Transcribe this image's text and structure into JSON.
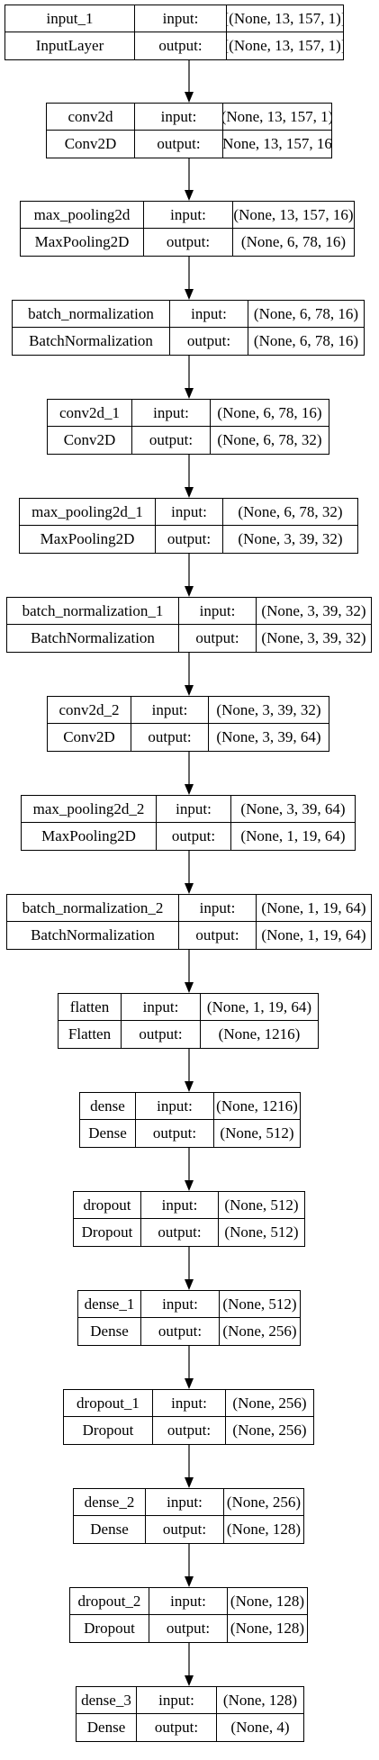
{
  "labels": {
    "input": "input:",
    "output": "output:"
  },
  "layers": [
    {
      "name": "input_1",
      "type": "InputLayer",
      "input": "[(None, 13, 157, 1)]",
      "output": "[(None, 13, 157, 1)]"
    },
    {
      "name": "conv2d",
      "type": "Conv2D",
      "input": "(None, 13, 157, 1)",
      "output": "(None, 13, 157, 16)"
    },
    {
      "name": "max_pooling2d",
      "type": "MaxPooling2D",
      "input": "(None, 13, 157, 16)",
      "output": "(None, 6, 78, 16)"
    },
    {
      "name": "batch_normalization",
      "type": "BatchNormalization",
      "input": "(None, 6, 78, 16)",
      "output": "(None, 6, 78, 16)"
    },
    {
      "name": "conv2d_1",
      "type": "Conv2D",
      "input": "(None, 6, 78, 16)",
      "output": "(None, 6, 78, 32)"
    },
    {
      "name": "max_pooling2d_1",
      "type": "MaxPooling2D",
      "input": "(None, 6, 78, 32)",
      "output": "(None, 3, 39, 32)"
    },
    {
      "name": "batch_normalization_1",
      "type": "BatchNormalization",
      "input": "(None, 3, 39, 32)",
      "output": "(None, 3, 39, 32)"
    },
    {
      "name": "conv2d_2",
      "type": "Conv2D",
      "input": "(None, 3, 39, 32)",
      "output": "(None, 3, 39, 64)"
    },
    {
      "name": "max_pooling2d_2",
      "type": "MaxPooling2D",
      "input": "(None, 3, 39, 64)",
      "output": "(None, 1, 19, 64)"
    },
    {
      "name": "batch_normalization_2",
      "type": "BatchNormalization",
      "input": "(None, 1, 19, 64)",
      "output": "(None, 1, 19, 64)"
    },
    {
      "name": "flatten",
      "type": "Flatten",
      "input": "(None, 1, 19, 64)",
      "output": "(None, 1216)"
    },
    {
      "name": "dense",
      "type": "Dense",
      "input": "(None, 1216)",
      "output": "(None, 512)"
    },
    {
      "name": "dropout",
      "type": "Dropout",
      "input": "(None, 512)",
      "output": "(None, 512)"
    },
    {
      "name": "dense_1",
      "type": "Dense",
      "input": "(None, 512)",
      "output": "(None, 256)"
    },
    {
      "name": "dropout_1",
      "type": "Dropout",
      "input": "(None, 256)",
      "output": "(None, 256)"
    },
    {
      "name": "dense_2",
      "type": "Dense",
      "input": "(None, 256)",
      "output": "(None, 128)"
    },
    {
      "name": "dropout_2",
      "type": "Dropout",
      "input": "(None, 128)",
      "output": "(None, 128)"
    },
    {
      "name": "dense_3",
      "type": "Dense",
      "input": "(None, 128)",
      "output": "(None, 4)"
    }
  ]
}
